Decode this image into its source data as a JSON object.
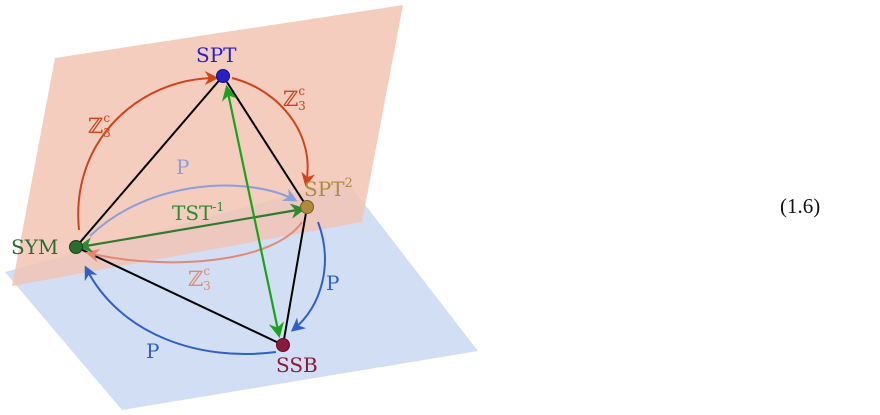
{
  "diagram": {
    "nodes": {
      "spt": {
        "label": "SPT",
        "color": "#2a1fc4"
      },
      "spt2": {
        "label": "SPT",
        "sup": "2",
        "color": "#b08a3e"
      },
      "sym": {
        "label": "SYM",
        "color": "#2e6b2e"
      },
      "ssb": {
        "label": "SSB",
        "color": "#8a1a3a"
      }
    },
    "edges": {
      "z3c_left": {
        "label": "ℤ",
        "sup": "c",
        "sub": "3",
        "color": "#d0441c"
      },
      "z3c_right": {
        "label": "ℤ",
        "sup": "c",
        "sub": "3",
        "color": "#d0441c"
      },
      "z3c_bottom": {
        "label": "ℤ",
        "sup": "c",
        "sub": "3",
        "color": "#e08a73"
      },
      "p_top": {
        "label": "P",
        "color": "#8b9fd8"
      },
      "p_right": {
        "label": "P",
        "color": "#2f5fc9"
      },
      "p_bottom": {
        "label": "P",
        "color": "#2f5fc9"
      },
      "tst": {
        "label": "TST",
        "sup": "-1",
        "color": "#2e8b2e"
      }
    },
    "planes": {
      "upper_color": "#f2c4b4",
      "lower_color": "#c9d8f2"
    }
  },
  "equation_number": "(1.6)"
}
